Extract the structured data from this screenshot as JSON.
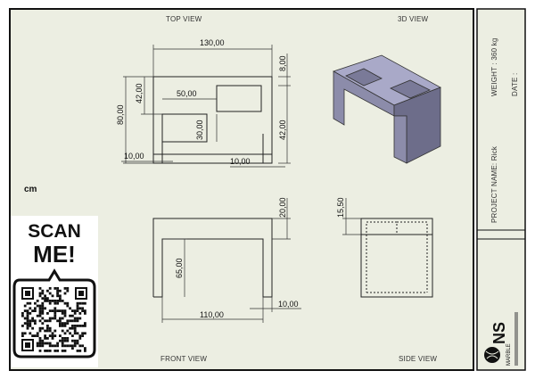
{
  "views": {
    "top": "TOP VIEW",
    "iso": "3D VIEW",
    "front": "FRONT VIEW",
    "side": "SIDE VIEW"
  },
  "unit": "cm",
  "dimensions": {
    "top_width": "130,00",
    "top_right_top": "8,00",
    "top_left_inner": "42,00",
    "top_height": "80,00",
    "top_slot_width": "50,00",
    "top_slot_height": "30,00",
    "top_right_bottom": "42,00",
    "top_bottom_left": "10,00",
    "top_bottom_right": "10,00",
    "front_top": "20,00",
    "front_leg": "65,00",
    "front_bottom": "110,00",
    "front_right": "10,00",
    "side_top": "15,50"
  },
  "title_block": {
    "weight": "WEIGHT : 360 kg",
    "date": "DATE :",
    "project": "PROJECT NAME: Rick"
  },
  "qr": {
    "line1": "SCAN",
    "line2": "ME!"
  },
  "brand": {
    "name": "NS",
    "sub": "MARBLE"
  },
  "colors": {
    "paper": "#eceee2",
    "frame": "#111111",
    "iso_top": "#a9a9c8",
    "iso_side": "#6d6d8a",
    "iso_front": "#8c8caa"
  }
}
